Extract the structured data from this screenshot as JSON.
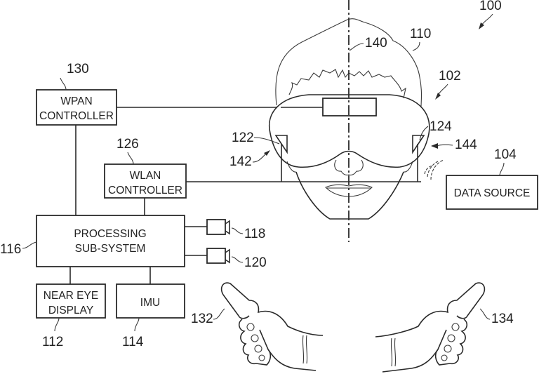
{
  "figure": {
    "reference_system": "100",
    "blocks": {
      "wpan": {
        "ref": "130",
        "line1": "WPAN",
        "line2": "CONTROLLER"
      },
      "wlan": {
        "ref": "126",
        "line1": "WLAN",
        "line2": "CONTROLLER"
      },
      "processing": {
        "ref": "116",
        "line1": "PROCESSING",
        "line2": "SUB-SYSTEM"
      },
      "near_eye_display": {
        "ref": "112",
        "line1": "NEAR EYE",
        "line2": "DISPLAY"
      },
      "imu": {
        "ref": "114",
        "line1": "IMU"
      },
      "data_source": {
        "ref": "104",
        "line1": "DATA SOURCE"
      }
    },
    "cameras": [
      {
        "ref": "118"
      },
      {
        "ref": "120"
      }
    ],
    "headset": {
      "ref_device": "102",
      "ref_head": "110",
      "ref_centerline": "140",
      "ref_left_sensor": "122",
      "ref_right_sensor": "124",
      "ref_left_edge": "142",
      "ref_right_edge": "144"
    },
    "controllers": [
      {
        "ref": "132"
      },
      {
        "ref": "134"
      }
    ]
  }
}
